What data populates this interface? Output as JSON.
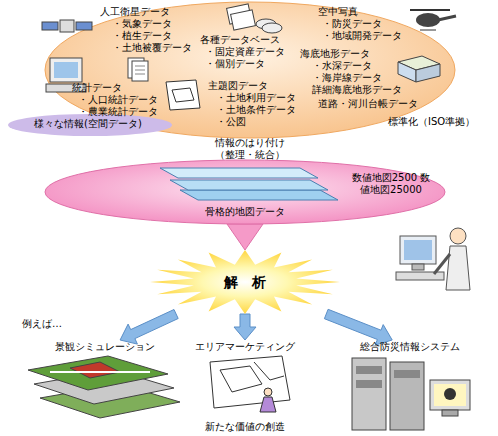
{
  "diagram": {
    "nodes": [
      {
        "text": [
          "様々な情報(空間データ)",
          "情報のはり付け （整理・統合）"
        ]
      },
      {
        "text": [
          "数値地図2500 数値地図25000",
          "骨格的地図データ"
        ]
      },
      {
        "text": [
          "解　析"
        ]
      },
      {
        "text": [
          "景観シミュレーション"
        ]
      },
      {
        "text": [
          "エリアマーケティング"
        ]
      },
      {
        "text": [
          "総合防災情報システム"
        ]
      }
    ],
    "edges": [
      {
        "from": 1,
        "to": 2,
        "arrow": "to"
      },
      {
        "from": 2,
        "to": 3,
        "arrow": "to"
      },
      {
        "from": 2,
        "to": 4,
        "arrow": "to"
      },
      {
        "from": 2,
        "to": 5,
        "arrow": "to"
      }
    ],
    "labels": [
      "人工衛星データ",
      "・気象データ",
      "・植生データ",
      "・土地被覆データ",
      "各種データベース",
      "・固定資産データ",
      "・個別データ",
      "空中写真",
      "・防災データ",
      "・地域開発データ",
      "海底地形データ",
      "・水深データ",
      "・海岸線データ",
      "詳細海底地形データ",
      "道路・河川台帳データ",
      "統計データ",
      "・人口統計データ",
      "・農業統計データ",
      "主題図データ",
      "・土地利用データ",
      "・土地条件データ",
      "・公図",
      "標準化（ISO準拠）",
      "例えば…",
      "新たな価値の創造"
    ]
  }
}
